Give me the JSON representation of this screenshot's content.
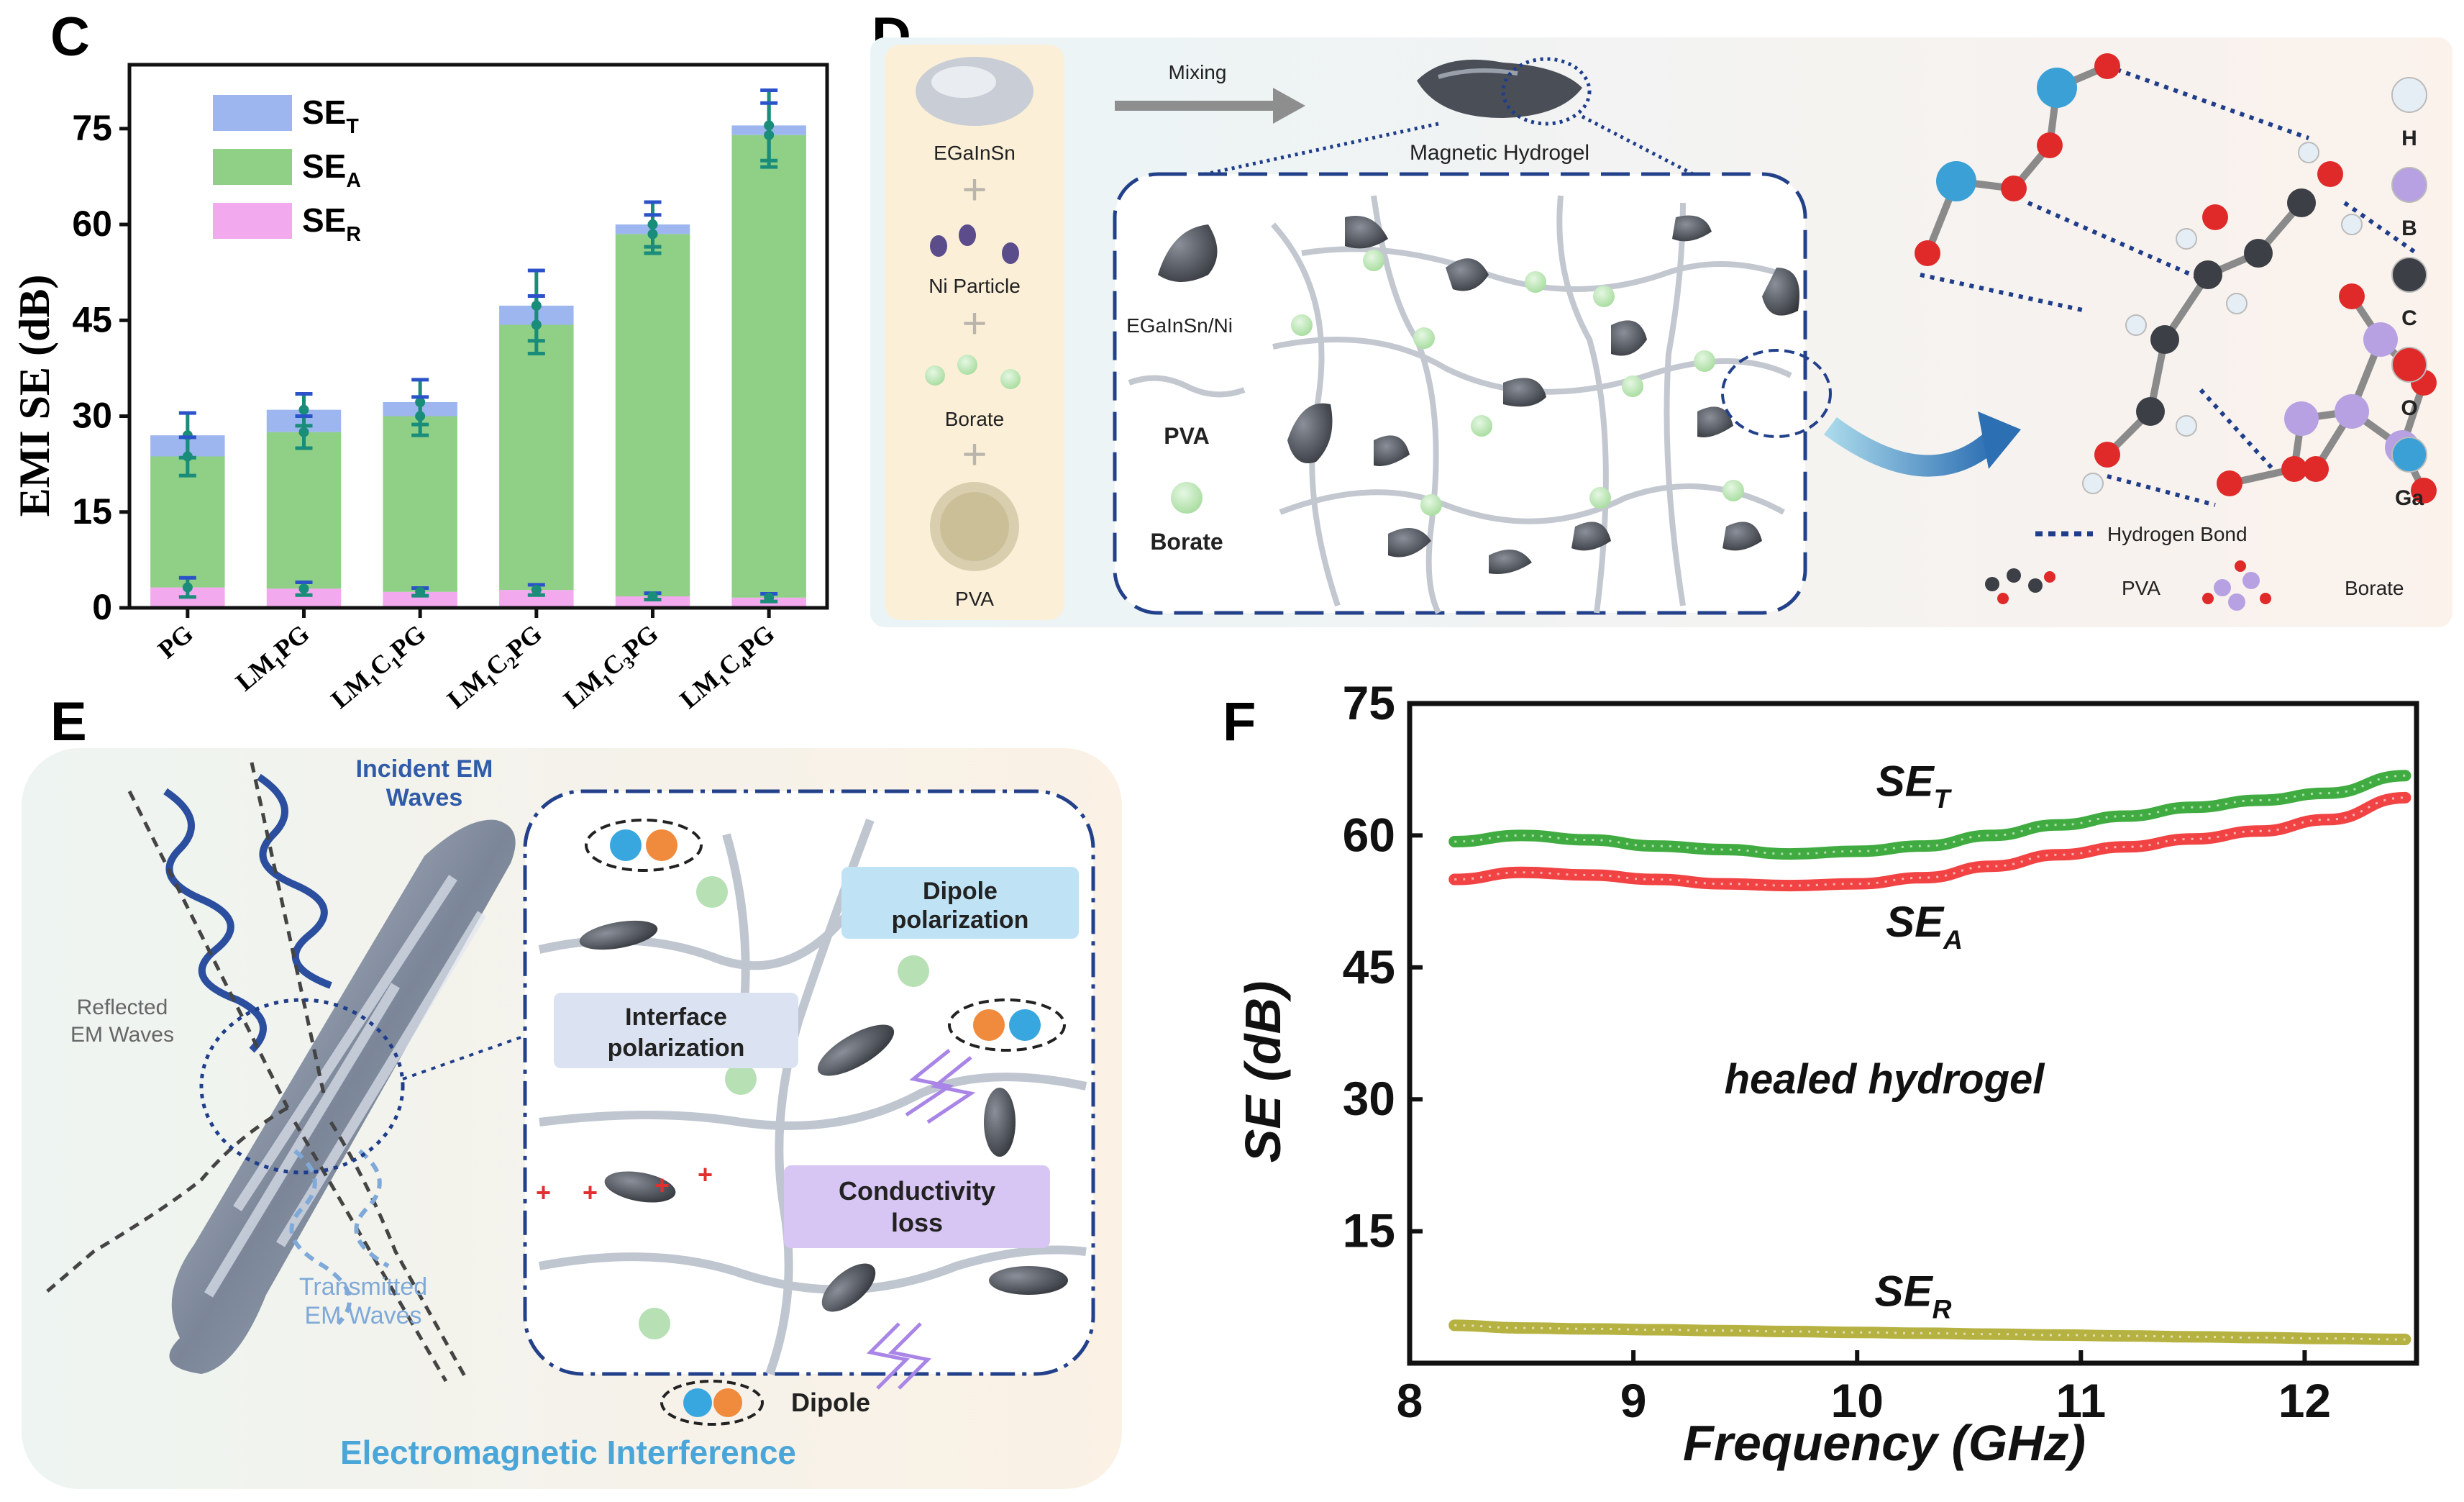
{
  "panels": {
    "c": {
      "label": "C"
    },
    "d": {
      "label": "D"
    },
    "e": {
      "label": "E"
    },
    "f": {
      "label": "F"
    }
  },
  "chart_data": [
    {
      "type": "bar",
      "stacked": true,
      "ylabel": "EMI SE (dB)",
      "ylim": [
        0,
        85
      ],
      "yticks": [
        0,
        15,
        30,
        45,
        60,
        75
      ],
      "categories": [
        "PG",
        "LM1PG",
        "LM1C1PG",
        "LM1C2PG",
        "LM1C3PG",
        "LM1C4PG"
      ],
      "category_parts": [
        {
          "base": "PG",
          "subs": []
        },
        {
          "base": "LM",
          "subs": [
            "1",
            "PG"
          ]
        },
        {
          "base": "LM",
          "subs": [
            "1",
            "C",
            "1",
            "PG"
          ]
        },
        {
          "base": "LM",
          "subs": [
            "1",
            "C",
            "2",
            "PG"
          ]
        },
        {
          "base": "LM",
          "subs": [
            "1",
            "C",
            "3",
            "PG"
          ]
        },
        {
          "base": "LM",
          "subs": [
            "1",
            "C",
            "4",
            "PG"
          ]
        }
      ],
      "series": [
        {
          "name": "SE_R",
          "label_base": "SE",
          "label_sub": "R",
          "color": "#f2a9ee",
          "values": [
            3.2,
            3.0,
            2.5,
            2.8,
            1.8,
            1.6
          ]
        },
        {
          "name": "SE_A",
          "label_base": "SE",
          "label_sub": "A",
          "color": "#8fcf86",
          "values": [
            20.5,
            24.5,
            27.5,
            41.5,
            56.7,
            72.4
          ]
        },
        {
          "name": "SE_T",
          "label_base": "SE",
          "label_sub": "T",
          "color": "#9db6ef",
          "values": [
            3.3,
            3.5,
            2.2,
            3.0,
            1.5,
            1.5
          ]
        }
      ],
      "error_bars": {
        "color": "#1a8c7a",
        "total": {
          "center": [
            27.0,
            31.0,
            32.2,
            47.3,
            60.0,
            75.5
          ],
          "err": [
            3.5,
            2.5,
            3.5,
            5.5,
            3.5,
            5.5
          ]
        },
        "absorption": {
          "center": [
            23.7,
            27.5,
            30.0,
            44.3,
            58.5,
            74.0
          ],
          "err": [
            3.0,
            2.5,
            3.0,
            4.5,
            3.0,
            5.0
          ]
        },
        "reflection": {
          "center": [
            3.2,
            3.0,
            2.5,
            2.8,
            1.8,
            1.6
          ],
          "err": [
            1.5,
            1.0,
            0.6,
            0.8,
            0.5,
            0.6
          ]
        }
      },
      "legend": "top-left"
    },
    {
      "type": "line",
      "xlabel": "Frequency (GHz)",
      "ylabel": "SE (dB)",
      "xlim": [
        8,
        12.5
      ],
      "ylim": [
        0,
        75
      ],
      "xticks": [
        8,
        9,
        10,
        11,
        12
      ],
      "yticks": [
        15,
        30,
        45,
        60,
        75
      ],
      "annotation": "healed hydrogel",
      "x": [
        8.2,
        8.5,
        8.8,
        9.1,
        9.4,
        9.7,
        10.0,
        10.3,
        10.6,
        10.9,
        11.2,
        11.5,
        11.8,
        12.1,
        12.45
      ],
      "series": [
        {
          "name": "SE_T",
          "label_base": "SE",
          "label_sub": "T",
          "color": "#1e9c1e",
          "values": [
            59.3,
            60.0,
            59.5,
            58.8,
            58.4,
            57.9,
            58.2,
            58.8,
            60.0,
            61.2,
            62.2,
            63.2,
            64.0,
            64.8,
            66.8
          ]
        },
        {
          "name": "SE_A",
          "label_base": "SE",
          "label_sub": "A",
          "color": "#ee2222",
          "values": [
            55.0,
            55.8,
            55.5,
            55.0,
            54.5,
            54.3,
            54.5,
            55.2,
            56.5,
            57.8,
            58.7,
            59.6,
            60.5,
            61.8,
            64.3
          ]
        },
        {
          "name": "SE_R",
          "label_base": "SE",
          "label_sub": "R",
          "color": "#a9a520",
          "values": [
            4.3,
            4.0,
            3.9,
            3.8,
            3.7,
            3.6,
            3.5,
            3.4,
            3.3,
            3.2,
            3.1,
            3.0,
            2.9,
            2.8,
            2.7
          ]
        }
      ]
    }
  ],
  "diagram_d": {
    "mixing": "Mixing",
    "magnetic_hydrogel": "Magnetic Hydrogel",
    "egainsn": "EGaInSn",
    "ni_particle": "Ni Particle",
    "borate": "Borate",
    "pva": "PVA",
    "legend_egainsn_ni": "EGaInSn/Ni",
    "legend_pva": "PVA",
    "legend_borate": "Borate",
    "hydrogen_bond": "Hydrogen Bond",
    "bottom_pva": "PVA",
    "bottom_borate": "Borate",
    "atoms": [
      {
        "sym": "H",
        "color": "#e6eef5"
      },
      {
        "sym": "B",
        "color": "#b7a1e2"
      },
      {
        "sym": "C",
        "color": "#3c3f45"
      },
      {
        "sym": "O",
        "color": "#e02a2a"
      },
      {
        "sym": "Ga",
        "color": "#3aa0d6"
      }
    ]
  },
  "diagram_e": {
    "incident": [
      "Incident EM",
      "Waves"
    ],
    "reflected": [
      "Reflected",
      "EM Waves"
    ],
    "transmitted": [
      "Transmitted",
      "EM Waves"
    ],
    "dipole_pol": [
      "Dipole",
      "polarization"
    ],
    "interface_pol": [
      "Interface",
      "polarization"
    ],
    "conductivity": [
      "Conductivity",
      "loss"
    ],
    "dipole": "Dipole",
    "title": "Electromagnetic Interference"
  }
}
